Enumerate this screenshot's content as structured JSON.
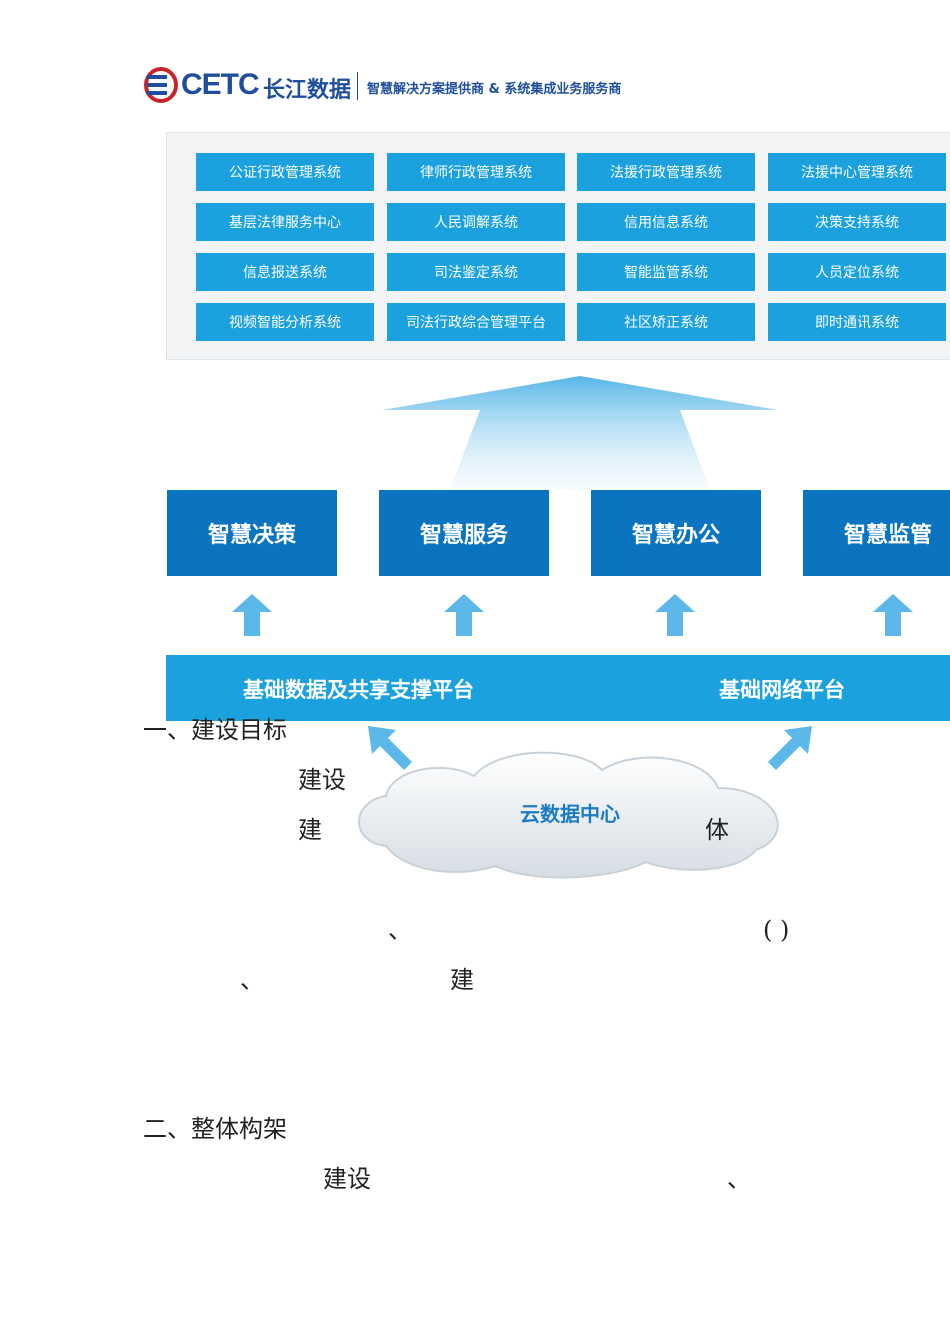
{
  "logo": {
    "brand": "CETC",
    "name_cn": "长江数据",
    "tagline": "智慧解决方案提供商 & 系统集成业务服务商"
  },
  "systems": [
    "公证行政管理系统",
    "律师行政管理系统",
    "法援行政管理系统",
    "法援中心管理系统",
    "基层法律服务中心",
    "人民调解系统",
    "信用信息系统",
    "决策支持系统",
    "信息报送系统",
    "司法鉴定系统",
    "智能监管系统",
    "人员定位系统",
    "视频智能分析系统",
    "司法行政综合管理平台",
    "社区矫正系统",
    "即时通讯系统"
  ],
  "smart_modules": [
    "智慧决策",
    "智慧服务",
    "智慧办公",
    "智慧监管"
  ],
  "platform": {
    "left_label": "基础数据及共享支撑平台",
    "right_label": "基础网络平台"
  },
  "cloud_label": "云数据中心",
  "colors": {
    "system_button": "#1ba1de",
    "smart_box": "#0b74c0",
    "platform_bar": "#1ba1de",
    "arrow": "#5bb8e8"
  },
  "document": {
    "section1_heading": "一、建设目标",
    "s1_frag_a": "建设",
    "s1_frag_b": "建",
    "s1_frag_c": "体",
    "s1_frag_d": "、",
    "s1_frag_e": "(    )",
    "s1_frag_f": "、",
    "s1_frag_g": "建",
    "section2_heading": "二、整体构架",
    "s2_frag_a": "建设",
    "s2_frag_b": "、"
  }
}
